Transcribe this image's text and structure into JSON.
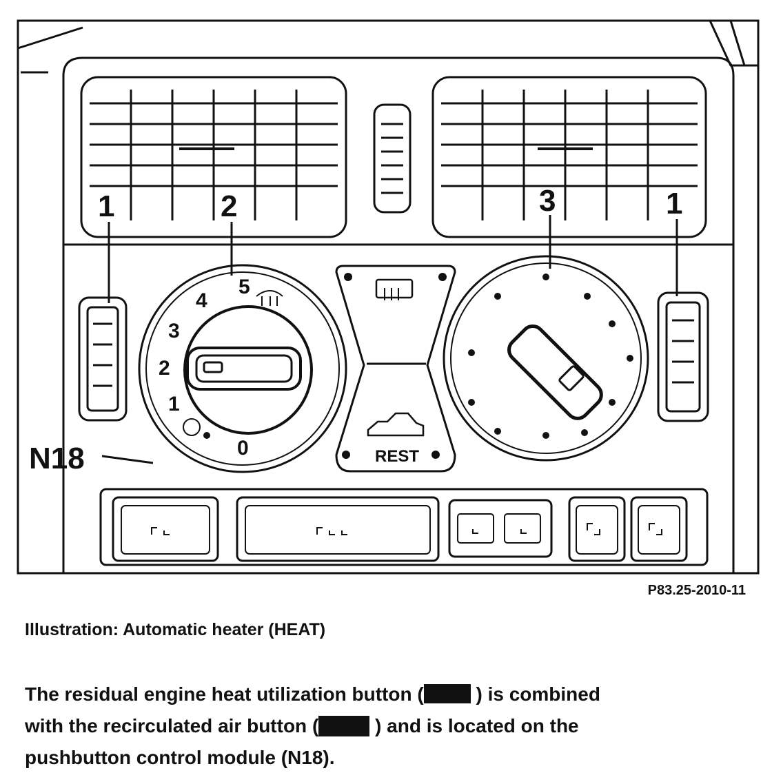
{
  "figure": {
    "callouts": [
      "1",
      "2",
      "3",
      "1"
    ],
    "module_label": "N18",
    "blower_dial_numbers": [
      "0",
      "1",
      "2",
      "3",
      "4",
      "5"
    ],
    "rest_label": "REST",
    "figure_ref": "P83.25-2010-11"
  },
  "caption": "Illustration: Automatic heater (HEAT)",
  "paragraph": {
    "part1": "The residual engine heat utilization button (",
    "part2": ") is combined",
    "part3": "with the recirculated air button (",
    "part4": ") and is located on the",
    "part5": "pushbutton control module (N18)."
  }
}
